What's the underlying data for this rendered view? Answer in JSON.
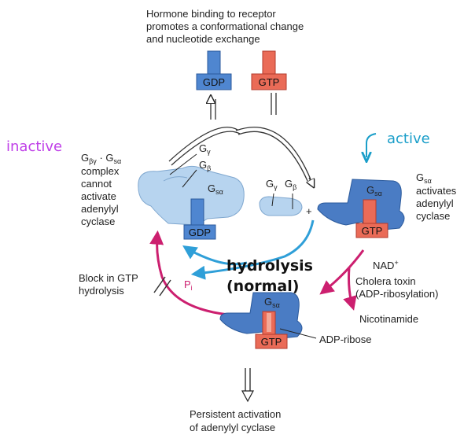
{
  "colors": {
    "protein_dark": "#4a7cc4",
    "protein_light": "#b7d4ef",
    "gdp_blue": "#4f86d0",
    "gtp_red": "#ea6b57",
    "magenta_arrow": "#cc1f6f",
    "blue_arrow": "#2f9fd8",
    "handwriting_purple": "#c040e8",
    "handwriting_teal": "#1a9ec9"
  },
  "header": {
    "line1": "Hormone binding to receptor",
    "line2": "promotes a conformational change",
    "line3": "and nucleotide exchange"
  },
  "nucleotides": {
    "gdp": "GDP",
    "gtp": "GTP"
  },
  "subunits": {
    "g": "G",
    "gamma": "γ",
    "beta": "β",
    "s_alpha": "sα",
    "beta_gamma": "βγ",
    "dot": "·"
  },
  "left_complex": {
    "line2": "complex",
    "line3": "cannot",
    "line4": "activate",
    "line5": "adenylyl",
    "line6": "cyclase"
  },
  "right_text": {
    "line1": "activates",
    "line2": "adenylyl",
    "line3": "cyclase"
  },
  "plus": "+",
  "block": {
    "line1": "Block in GTP",
    "line2": "hydrolysis"
  },
  "pi": {
    "p": "P",
    "i": "i"
  },
  "nad": {
    "text": "NAD",
    "sup": "+"
  },
  "cholera": {
    "line1": "Cholera toxin",
    "line2": "(ADP-ribosylation)"
  },
  "nicotinamide": "Nicotinamide",
  "adp_ribose": "ADP-ribose",
  "persistent": {
    "line1": "Persistent activation",
    "line2": "of adenylyl cyclase"
  },
  "handwriting": {
    "inactive": "inactive",
    "active": "active",
    "hydrolysis": "hydrolysis",
    "normal": "(normal)"
  }
}
